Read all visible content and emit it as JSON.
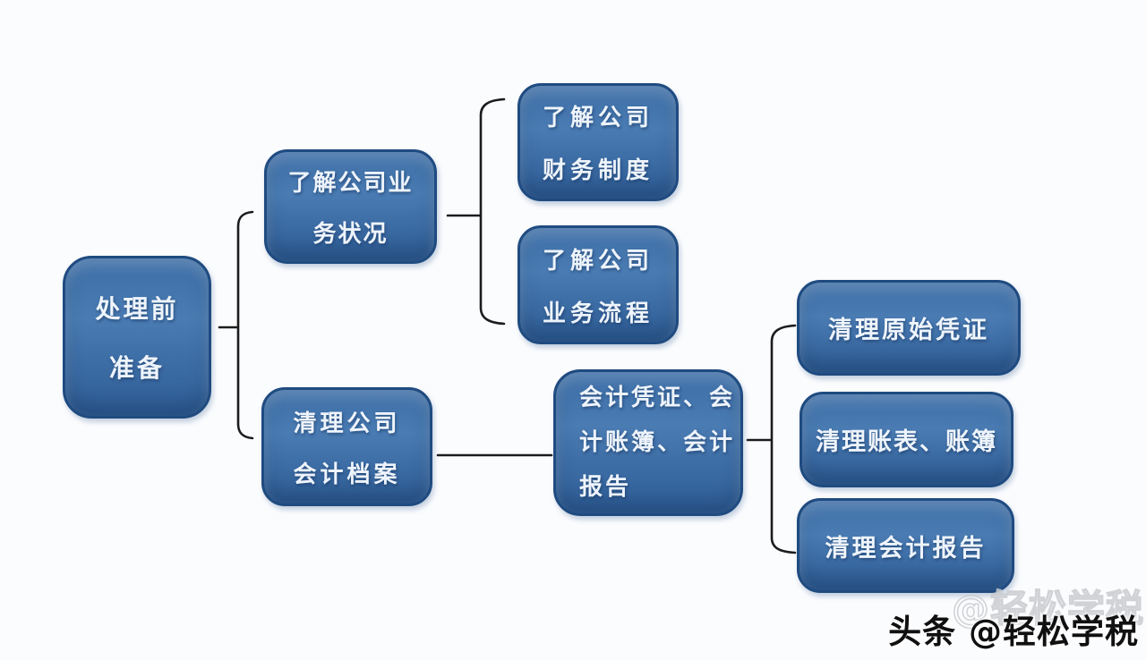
{
  "page": {
    "background": "#fbfcfe"
  },
  "palette": {
    "box_fill_light": "#4a7cb3",
    "box_fill_dark": "#2f5e97",
    "box_border": "#1f4b80",
    "box_text": "#eef4fb",
    "connector": "#1c1c1c",
    "watermark_text": "#101010",
    "watermark_ghost": "#c9cbce"
  },
  "nodes": {
    "root": {
      "lines": [
        "处理前",
        "准备"
      ]
    },
    "biz_status": {
      "lines": [
        "了解公司业",
        "务状况"
      ]
    },
    "fin_system": {
      "lines": [
        "了解公司",
        "财务制度"
      ]
    },
    "biz_process": {
      "lines": [
        "了解公司",
        "业务流程"
      ]
    },
    "clean_archives": {
      "lines": [
        "清理公司",
        "会计档案"
      ]
    },
    "voucher_books_reports": {
      "lines": [
        "会计凭证、会",
        "计账簿、会计",
        "报告"
      ]
    },
    "clean_original_vouchers": {
      "lines": [
        "清理原始凭证"
      ]
    },
    "clean_tables_books": {
      "lines": [
        "清理账表、账簿"
      ]
    },
    "clean_reports": {
      "lines": [
        "清理会计报告"
      ]
    }
  },
  "watermark": {
    "text": "头条 @轻松学税",
    "ghost": "@轻松学税"
  }
}
